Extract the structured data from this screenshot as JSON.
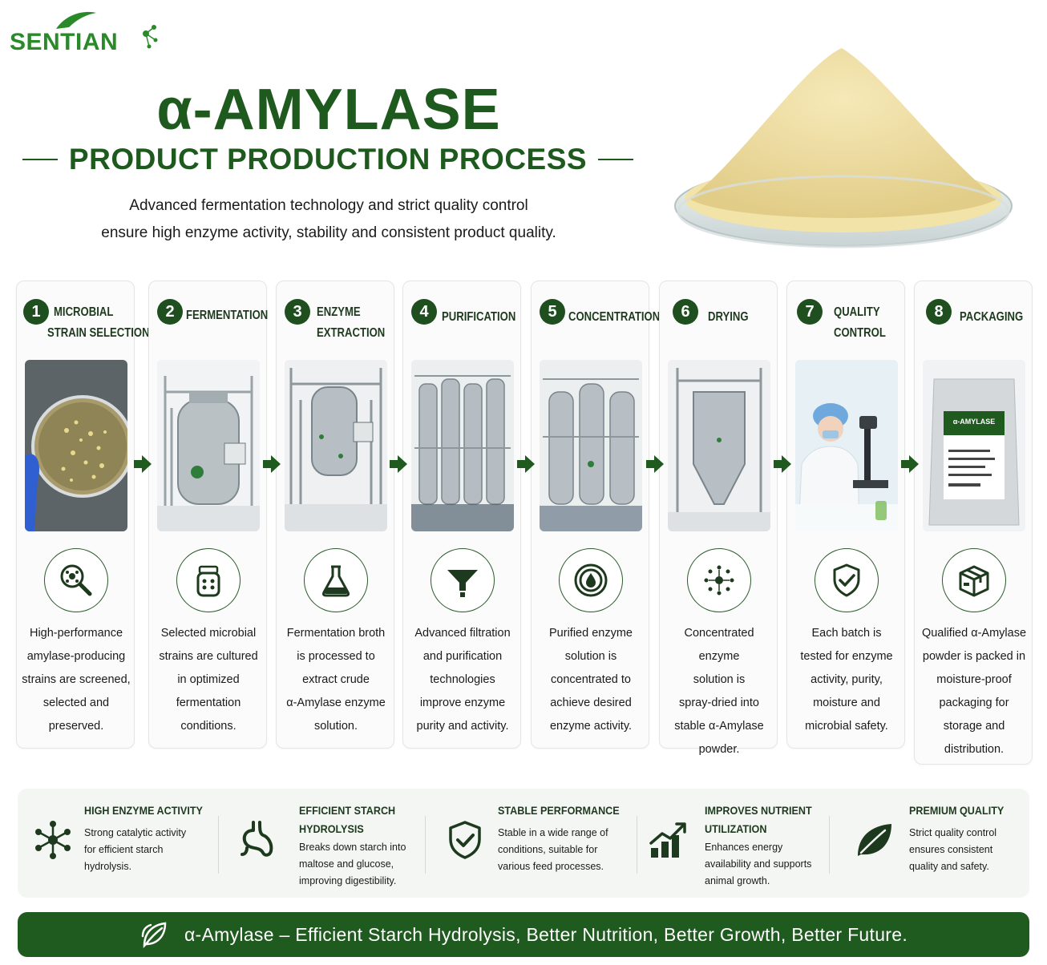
{
  "brand": {
    "logo_text": "SENTIAN"
  },
  "header": {
    "title": "α-AMYLASE",
    "subtitle": "PRODUCT PRODUCTION PROCESS",
    "intro_line1": "Advanced fermentation technology and strict quality control",
    "intro_line2": "ensure high enzyme activity, stability and consistent product quality."
  },
  "steps": [
    {
      "num": "1",
      "label_l1": "MICROBIAL",
      "label_l2": "STRAIN SELECTION",
      "icon": "magnifier-microbe-icon",
      "desc": [
        "High-performance",
        "amylase-producing",
        "strains are screened,",
        "selected and",
        "preserved."
      ]
    },
    {
      "num": "2",
      "label_l1": "FERMENTATION",
      "label_l2": "",
      "icon": "fermenter-tank-icon",
      "desc": [
        "Selected microbial",
        "strains are cultured",
        "in optimized",
        "fermentation",
        "conditions."
      ]
    },
    {
      "num": "3",
      "label_l1": "ENZYME",
      "label_l2": "EXTRACTION",
      "icon": "flask-icon",
      "desc": [
        "Fermentation broth",
        "is processed to",
        "extract crude",
        "α-Amylase enzyme",
        "solution."
      ]
    },
    {
      "num": "4",
      "label_l1": "PURIFICATION",
      "label_l2": "",
      "icon": "funnel-filter-icon",
      "desc": [
        "Advanced filtration",
        "and purification",
        "technologies",
        "improve enzyme",
        "purity and activity."
      ]
    },
    {
      "num": "5",
      "label_l1": "CONCENTRATION",
      "label_l2": "",
      "icon": "concentric-drop-icon",
      "desc": [
        "Purified enzyme",
        "solution is",
        "concentrated to",
        "achieve desired",
        "enzyme activity."
      ]
    },
    {
      "num": "6",
      "label_l1": "DRYING",
      "label_l2": "",
      "icon": "spray-dots-icon",
      "desc": [
        "Concentrated enzyme",
        "solution is",
        "spray-dried into",
        "stable α-Amylase",
        "powder."
      ]
    },
    {
      "num": "7",
      "label_l1": "QUALITY",
      "label_l2": "CONTROL",
      "icon": "shield-check-icon",
      "desc": [
        "Each batch is",
        "tested for enzyme",
        "activity, purity,",
        "moisture and",
        "microbial safety."
      ]
    },
    {
      "num": "8",
      "label_l1": "PACKAGING",
      "label_l2": "",
      "icon": "package-box-icon",
      "desc": [
        "Qualified α-Amylase",
        "powder is packed in",
        "moisture-proof",
        "packaging for",
        "storage and",
        "distribution."
      ]
    }
  ],
  "package_label": "α-AMYLASE",
  "benefits": [
    {
      "title_l1": "HIGH ENZYME ACTIVITY",
      "title_l2": "",
      "icon": "molecule-network-icon",
      "text": [
        "Strong catalytic activity",
        "for efficient starch",
        "hydrolysis."
      ]
    },
    {
      "title_l1": "EFFICIENT STARCH",
      "title_l2": "HYDROLYSIS",
      "icon": "stomach-icon",
      "text": [
        "Breaks down starch into",
        "maltose and glucose,",
        "improving digestibility."
      ]
    },
    {
      "title_l1": "STABLE PERFORMANCE",
      "title_l2": "",
      "icon": "shield-check-icon",
      "text": [
        "Stable in a wide range of",
        "conditions, suitable for",
        "various feed processes."
      ]
    },
    {
      "title_l1": "IMPROVES NUTRIENT",
      "title_l2": "UTILIZATION",
      "icon": "growth-chart-icon",
      "text": [
        "Enhances energy",
        "availability and supports",
        "animal growth."
      ]
    },
    {
      "title_l1": "PREMIUM QUALITY",
      "title_l2": "",
      "icon": "leaf-icon",
      "text": [
        "Strict quality control",
        "ensures consistent",
        "quality and safety."
      ]
    }
  ],
  "footer": {
    "text": "α-Amylase – Efficient Starch Hydrolysis, Better Nutrition, Better Growth, Better Future."
  },
  "colors": {
    "brand_green": "#1f5a1f",
    "logo_green": "#2a8a2a",
    "powder": "#efdfa0"
  }
}
